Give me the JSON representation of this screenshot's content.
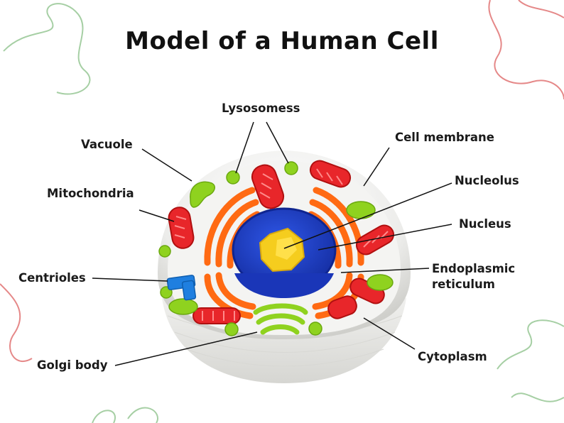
{
  "title": "Model of a Human Cell",
  "labels": {
    "lysosomes": "Lysosomess",
    "vacuole": "Vacuole",
    "cell_membrane": "Cell membrane",
    "mitochondria": "Mitochondria",
    "nucleolus": "Nucleolus",
    "nucleus": "Nucleus",
    "centrioles": "Centrioles",
    "er_line1": "Endoplasmic",
    "er_line2": "reticulum",
    "golgi_body": "Golgi body",
    "cytoplasm": "Cytoplasm"
  },
  "colors": {
    "mitochondria": "#e8262a",
    "er": "#ff6a13",
    "nucleus": "#1f3fc8",
    "nucleolus": "#f5cd1e",
    "vesicle": "#8fd21f",
    "centrioles": "#1f7fe0",
    "shell": "#ececea",
    "decor_green": "#a6cfa4",
    "decor_red": "#e58888"
  }
}
